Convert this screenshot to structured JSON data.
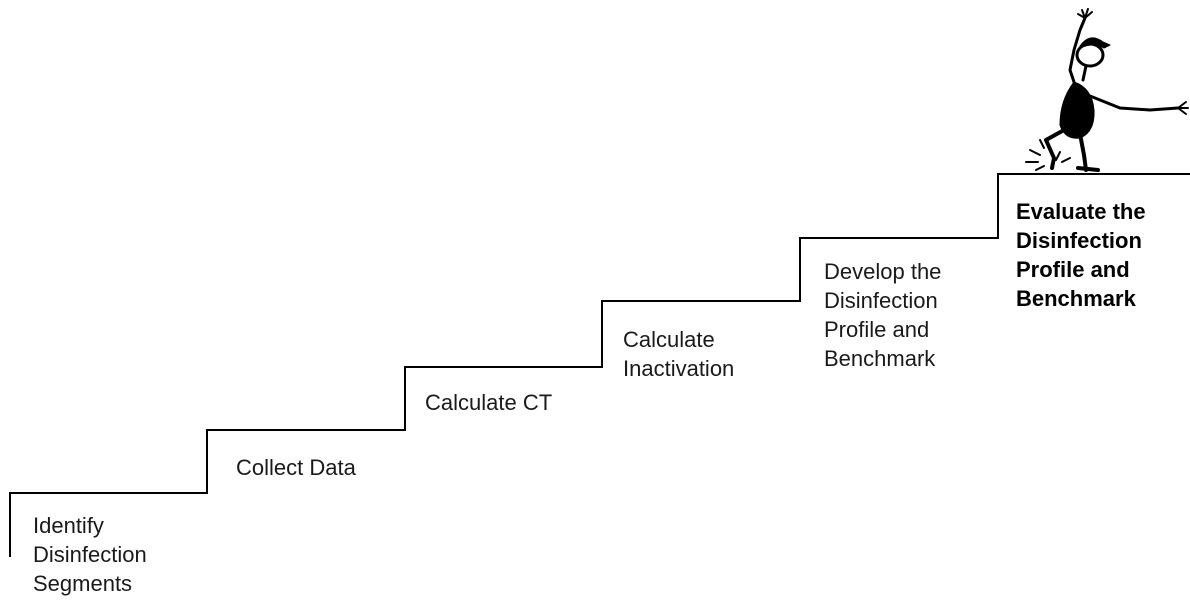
{
  "colors": {
    "line": "#000000",
    "text": "#1a1a1a",
    "figure": "#000000"
  },
  "steps": [
    {
      "label": "Identify\nDisinfection\nSegments",
      "bold": false
    },
    {
      "label": "Collect Data",
      "bold": false
    },
    {
      "label": "Calculate CT",
      "bold": false
    },
    {
      "label": "Calculate\nInactivation",
      "bold": false
    },
    {
      "label": "Develop the\nDisinfection\nProfile and\nBenchmark",
      "bold": false
    },
    {
      "label": "Evaluate the\nDisinfection\nProfile and\nBenchmark",
      "bold": true
    }
  ],
  "icons": {
    "figure": "stick-figure-icon"
  }
}
